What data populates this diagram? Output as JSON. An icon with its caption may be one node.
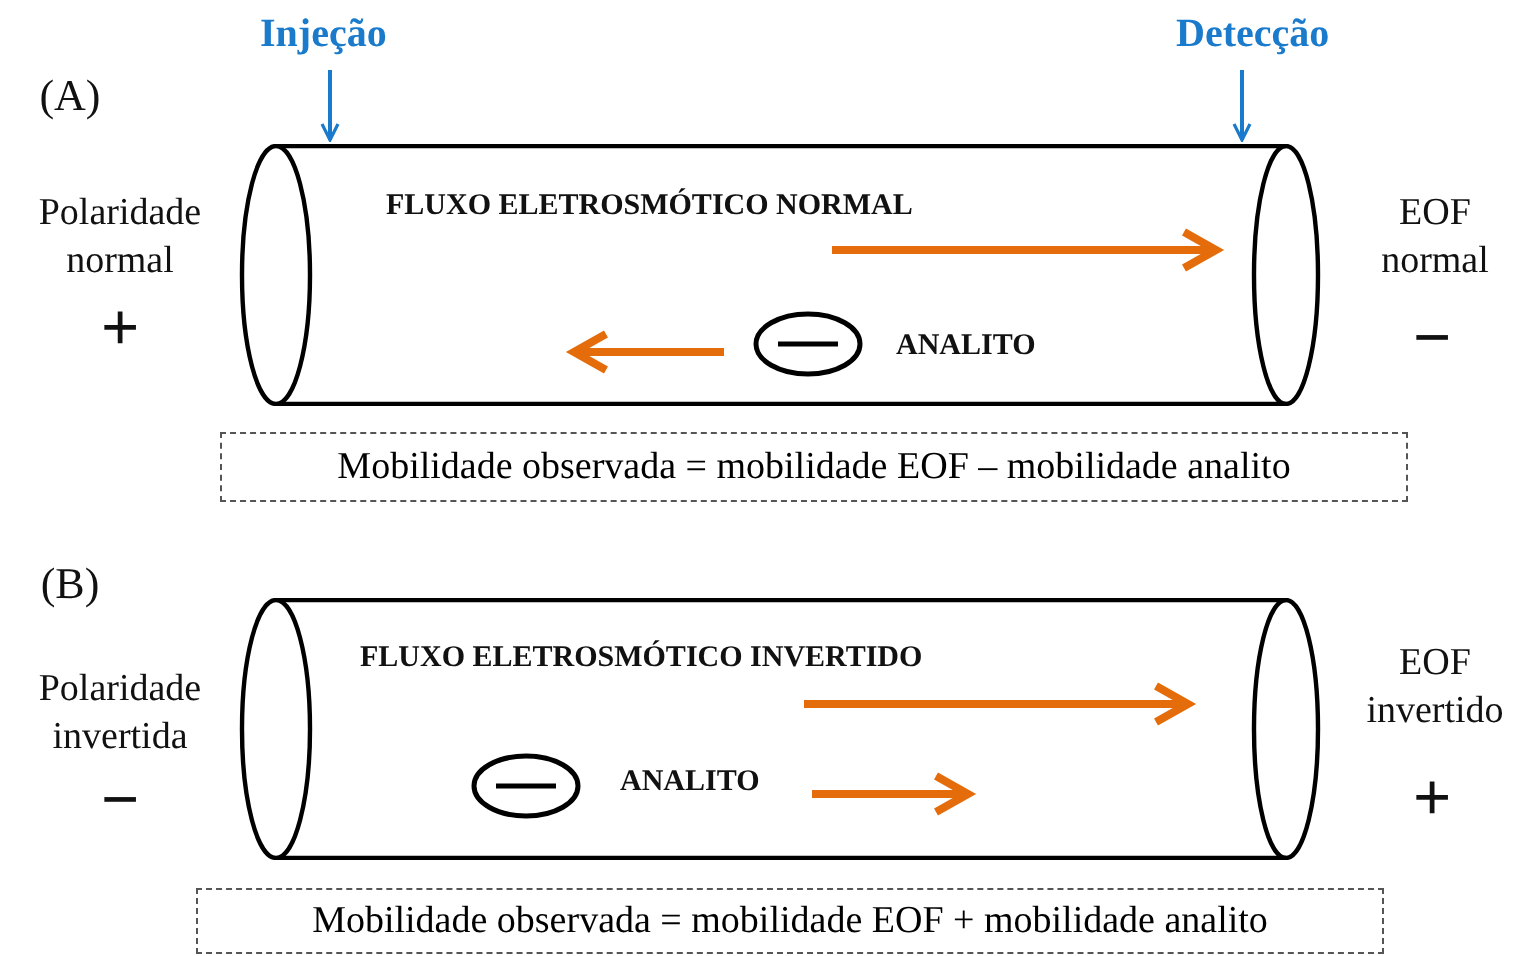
{
  "diagram": {
    "nodes": [
      {
        "text": [
          "Injeção"
        ]
      },
      {
        "text": [
          "Detecção"
        ]
      },
      {
        "text": [
          "FLUXO ELETROSMÓTICO NORMAL",
          "ANALITO"
        ]
      },
      {
        "text": [
          "Mobilidade observada = mobilidade EOF – mobilidade analito"
        ]
      },
      {
        "text": [
          "FLUXO ELETROSMÓTICO INVERTIDO",
          "ANALITO"
        ]
      },
      {
        "text": [
          "Mobilidade observada = mobilidade EOF + mobilidade analito"
        ]
      }
    ],
    "edges": [
      {
        "from": 0,
        "to": 2,
        "arrow": "to"
      },
      {
        "from": 1,
        "to": 2,
        "arrow": "to"
      }
    ],
    "labels": [
      "(A)",
      "Polaridade normal",
      "+",
      "EOF normal",
      "−",
      "(B)",
      "Polaridade invertida",
      "−",
      "EOF invertido",
      "+"
    ]
  }
}
